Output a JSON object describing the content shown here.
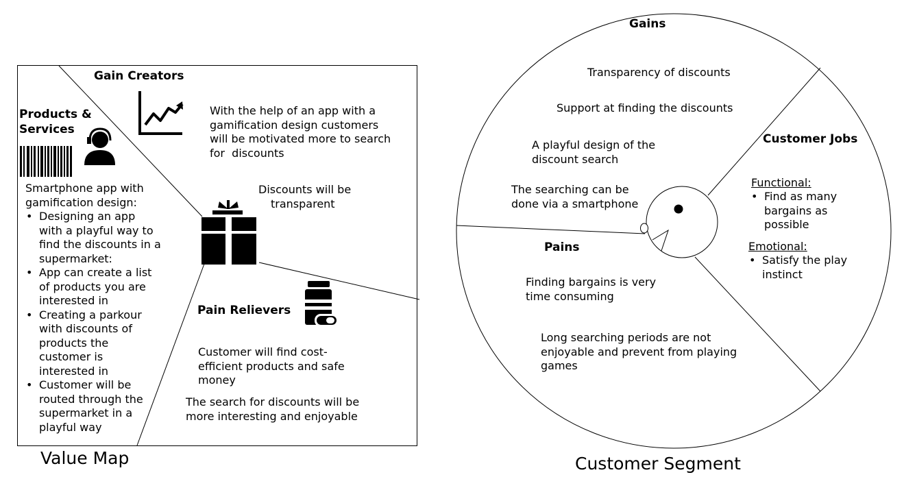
{
  "value_map": {
    "caption": "Value Map",
    "products_services": {
      "heading_line1": "Products &",
      "heading_line2": "Services",
      "intro_line1": "Smartphone app with",
      "intro_line2": "gamification design:",
      "bullets": [
        [
          "Designing an app",
          "with a playful way to",
          "find the discounts in a",
          "supermarket:"
        ],
        [
          "App can create a list",
          "of products you are",
          "interested in"
        ],
        [
          "Creating a parkour",
          "with discounts of",
          "products the",
          "customer is",
          "interested in"
        ],
        [
          "Customer will be",
          "routed through the",
          "supermarket in a",
          "playful way"
        ]
      ],
      "icons": [
        "barcode-icon",
        "support-agent-icon"
      ]
    },
    "gain_creators": {
      "heading": "Gain Creators",
      "text_lines": [
        "With the help of an app with a",
        "gamification design customers",
        "will be motivated more to search",
        "for  discounts"
      ],
      "text2_lines": [
        "Discounts will be",
        "transparent"
      ],
      "icons": [
        "growth-chart-icon",
        "gift-icon"
      ]
    },
    "pain_relievers": {
      "heading": "Pain Relievers",
      "text_lines": [
        "Customer will find cost-",
        "efficient products and safe",
        "money"
      ],
      "text2_lines": [
        "The search for discounts will be",
        "more interesting and enjoyable"
      ],
      "icons": [
        "medicine-bottle-icon"
      ]
    }
  },
  "customer_segment": {
    "caption": "Customer Segment",
    "gains": {
      "heading": "Gains",
      "items": [
        [
          "Transparency of discounts"
        ],
        [
          "Support at finding the discounts"
        ],
        [
          "A playful design of the",
          "discount search"
        ],
        [
          "The searching can be",
          "done via a smartphone"
        ]
      ]
    },
    "customer_jobs": {
      "heading": "Customer Jobs",
      "functional_label": "Functional:",
      "functional_items": [
        [
          "Find as many",
          "bargains as",
          "possible"
        ]
      ],
      "emotional_label": "Emotional:",
      "emotional_items": [
        [
          "Satisfy the play",
          "instinct"
        ]
      ]
    },
    "pains": {
      "heading": "Pains",
      "items": [
        [
          "Finding bargains is very",
          "time consuming"
        ],
        [
          "Long searching periods are not",
          "enjoyable and prevent from playing",
          "games"
        ]
      ]
    },
    "icons": [
      "face-icon"
    ]
  }
}
